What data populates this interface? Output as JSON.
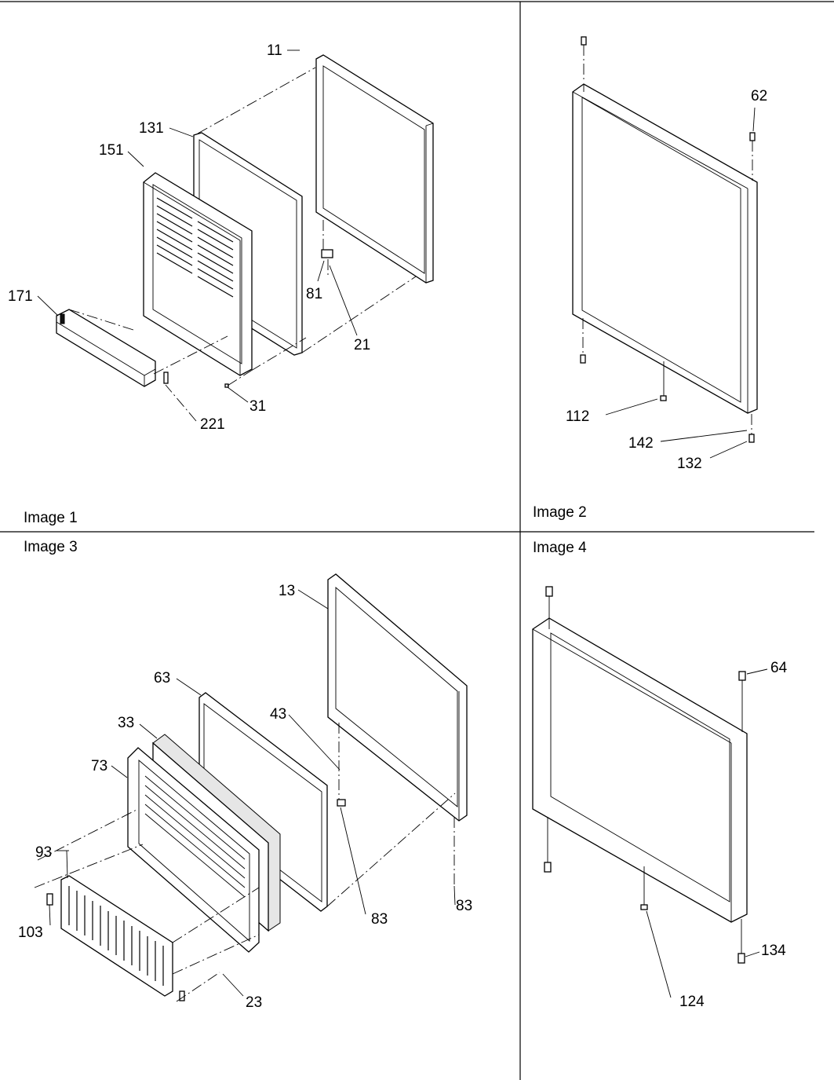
{
  "panels": [
    {
      "caption": "Image 1",
      "callouts": [
        "11",
        "131",
        "151",
        "171",
        "81",
        "21",
        "31",
        "221"
      ]
    },
    {
      "caption": "Image 2",
      "callouts": [
        "62",
        "112",
        "142",
        "132"
      ]
    },
    {
      "caption": "Image 3",
      "callouts": [
        "13",
        "63",
        "33",
        "43",
        "73",
        "93",
        "103",
        "83",
        "83",
        "23"
      ]
    },
    {
      "caption": "Image 4",
      "callouts": [
        "64",
        "134",
        "124"
      ]
    }
  ]
}
